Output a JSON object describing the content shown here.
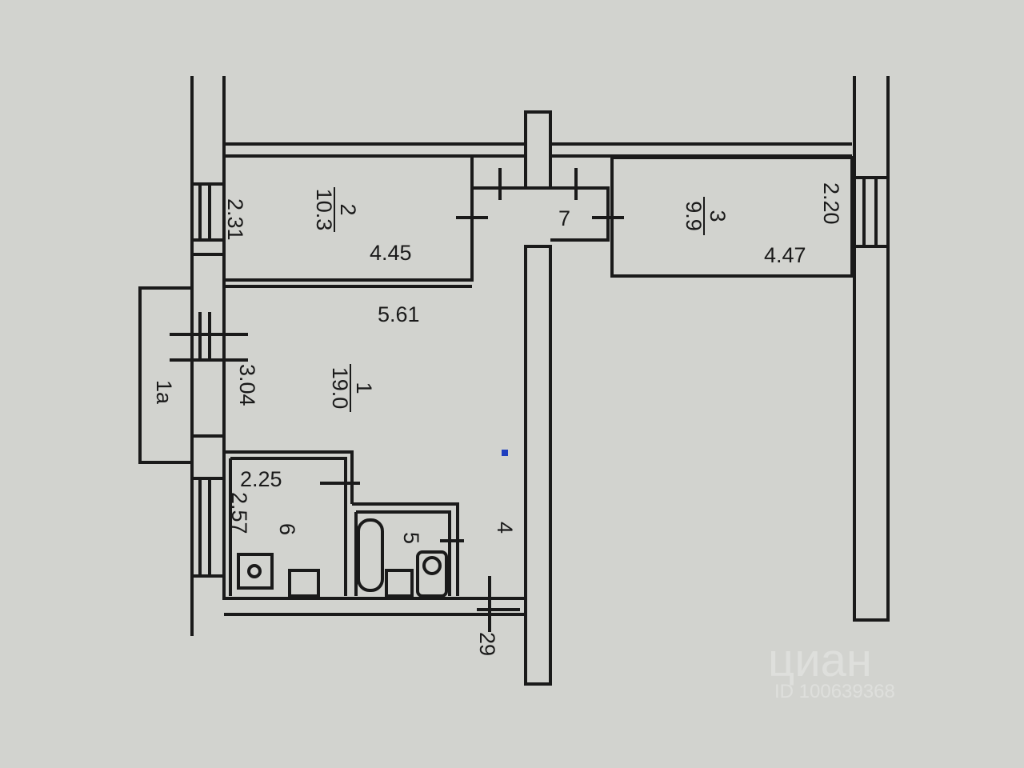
{
  "rooms": [
    {
      "number": "1",
      "area": "19.0",
      "dims": [
        "5.61",
        "3.04"
      ]
    },
    {
      "number": "2",
      "area": "10.3",
      "dims": [
        "4.45",
        "2.31"
      ]
    },
    {
      "number": "3",
      "area": "9.9",
      "dims": [
        "4.47",
        "2.20"
      ]
    },
    {
      "number": "4"
    },
    {
      "number": "5"
    },
    {
      "number": "6",
      "dims": [
        "2.25",
        "2.57"
      ]
    },
    {
      "number": "7"
    },
    {
      "number": "1a"
    }
  ],
  "other_dims": [
    "29"
  ],
  "watermark": {
    "brand": "циан",
    "id": "ID 100639368"
  },
  "colors": {
    "paper": "#d2d3cf",
    "ink": "#1a1a1a",
    "marker": "#1f3fbf"
  }
}
